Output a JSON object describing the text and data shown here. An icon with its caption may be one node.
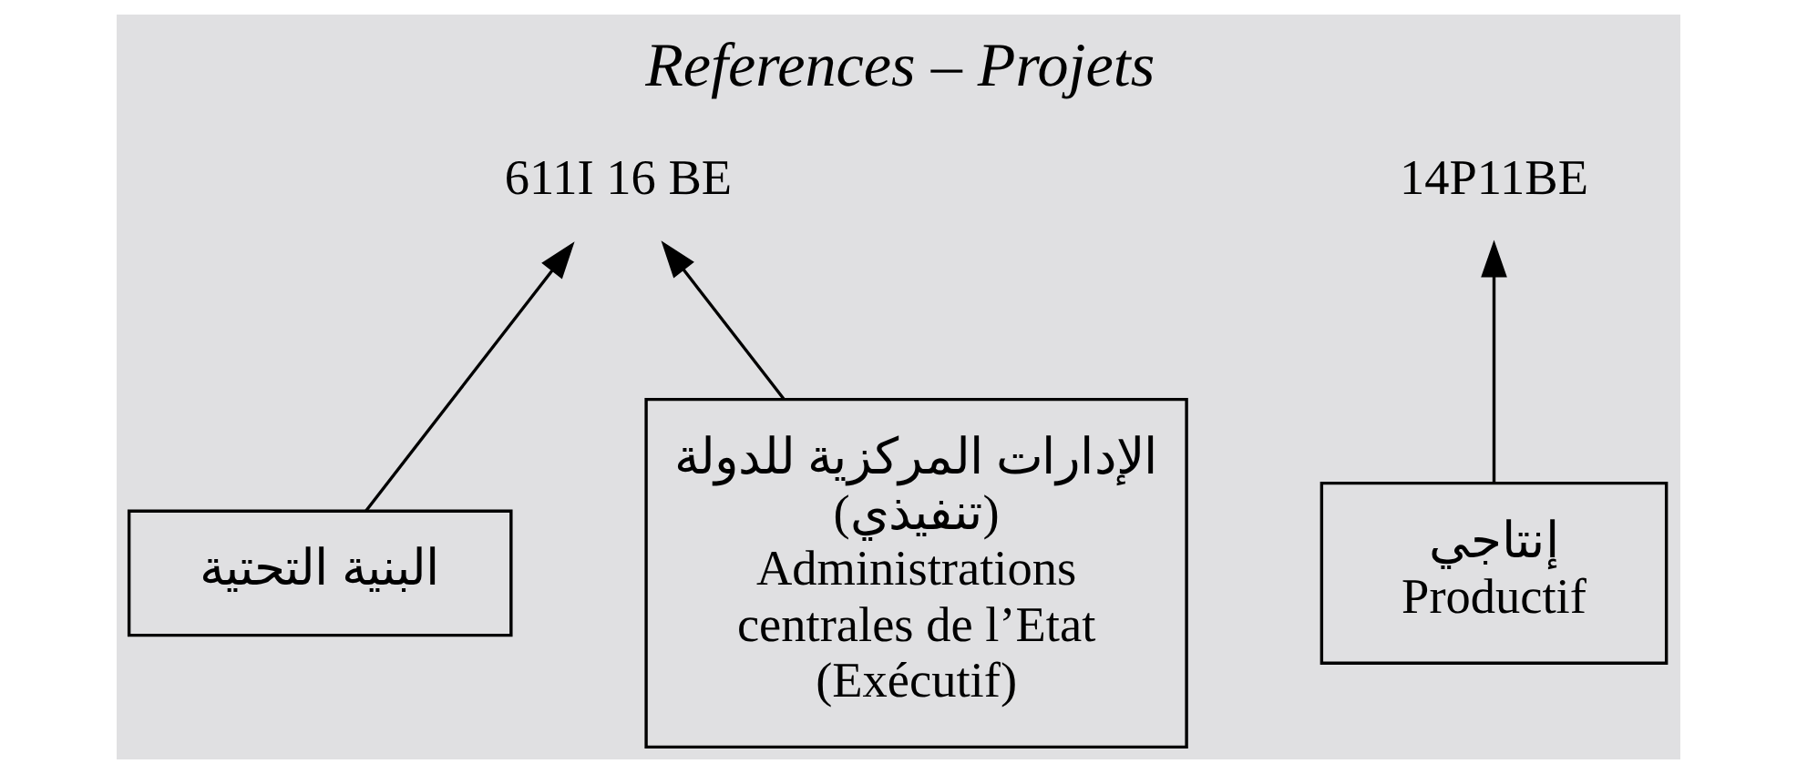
{
  "diagram": {
    "title": "References – Projets",
    "nodes": [
      {
        "text": [
          "611I 16 BE"
        ]
      },
      {
        "text": [
          "14P11BE"
        ]
      },
      {
        "text": [
          "البنية التحتية"
        ]
      },
      {
        "text": [
          "الإدارات المركزية للدولة (تنفيذي)",
          "Administrations centrales de l’Etat (Exécutif)"
        ]
      },
      {
        "text": [
          "إنتاجي",
          "Productif"
        ]
      }
    ],
    "edges": [
      {
        "from": 2,
        "to": 0,
        "arrow": "to"
      },
      {
        "from": 3,
        "to": 0,
        "arrow": "to"
      },
      {
        "from": 4,
        "to": 1,
        "arrow": "to"
      }
    ]
  }
}
